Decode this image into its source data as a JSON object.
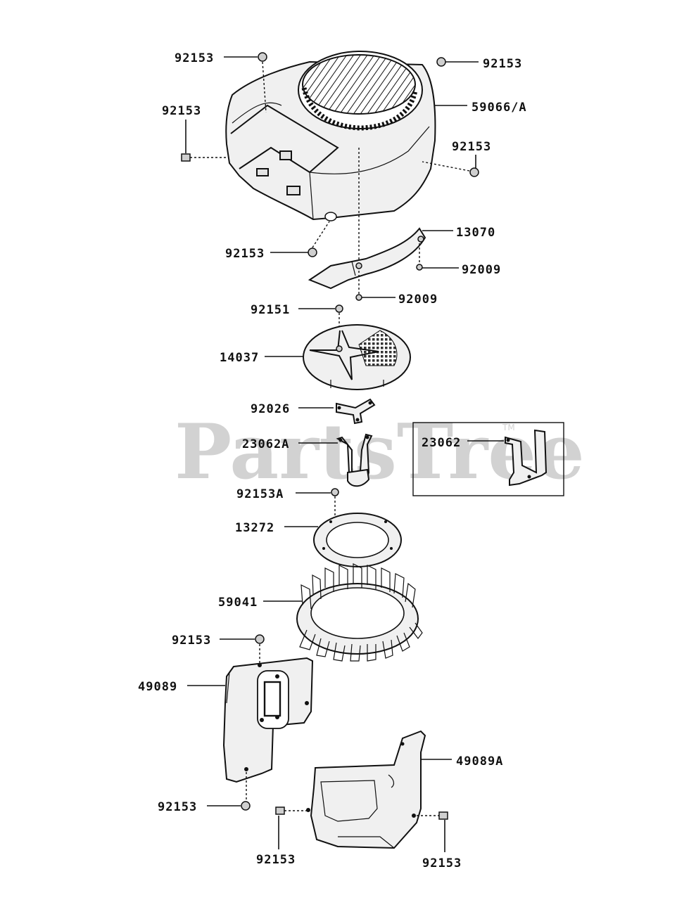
{
  "watermark": {
    "text": "PartsTree",
    "trademark": "TM"
  },
  "parts": {
    "bolt_92153_a": "92153",
    "bolt_92153_b": "92153",
    "housing_59066a": "59066/A",
    "bolt_92153_c": "92153",
    "bolt_92153_d": "92153",
    "bracket_13070": "13070",
    "bolt_92153_e": "92153",
    "bolt_92009_a": "92009",
    "bolt_92009_b": "92009",
    "bolt_92151": "92151",
    "screen_14037": "14037",
    "plate_92026": "92026",
    "bracket_23062a": "23062A",
    "bracket_23062": "23062",
    "bolt_92153a": "92153A",
    "plate_13272": "13272",
    "fan_59041": "59041",
    "bolt_92153_f": "92153",
    "cover_49089": "49089",
    "bolt_92153_g": "92153",
    "cover_49089a": "49089A",
    "bolt_92153_h": "92153",
    "bolt_92153_i": "92153"
  }
}
